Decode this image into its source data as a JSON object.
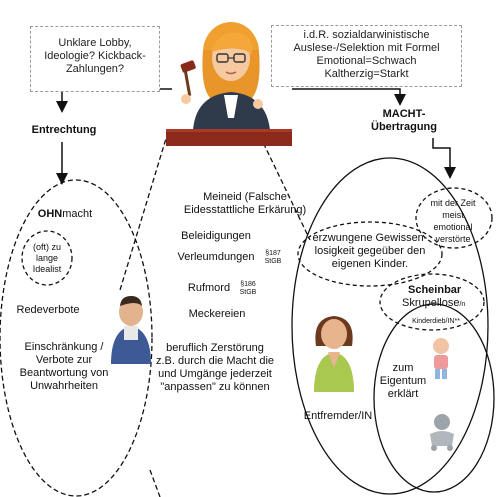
{
  "top_left_box": "Unklare Lobby, Ideologie? Kickback-Zahlungen?",
  "top_right_box": "i.d.R. sozialdarwinistische Auslese-/Selektion mit Formel Emotional=Schwach Kaltherzig=Starkt",
  "left_label": "Entrechtung",
  "right_label": "MACHT-Übertragung",
  "ohnmacht": {
    "bold": "OHN",
    "rest": "macht"
  },
  "idealist": "(oft) zu lange Idealist",
  "redeverbote": "Redeverbote",
  "einschraenkung": "Einschränkung / Verbote zur Beantwortung von Unwahrheiten",
  "middle": {
    "meineid": "Meineid (Falsche Eidesstattliche Erkärung)",
    "beleidigungen": "Beleidigungen",
    "verleumdungen": "Verleumdungen",
    "verleumdungen_ref": "§187 StGB",
    "rufmord": "Rufmord",
    "rufmord_ref": "§186 StGB",
    "meckereien": "Meckereien",
    "zerstoerung": "beruflich Zerstörung z.B. durch die Macht die und Umgänge jederzeit \"anpassen\" zu können"
  },
  "right": {
    "zeit": "mit der Zeit meist emotional verstörte",
    "gewissen": "erzwungene Gewissen-losigkeit gegeüber den eigenen Kinder.",
    "scheinbar": "Scheinbar",
    "skrupellose": "Skrupellose",
    "skrupellose_sup": "/n",
    "kinderdieb": "Kinderdieb/IN**",
    "eigentum": "zum Eigentum erklärt",
    "entfremder": "Entfremder/IN"
  },
  "colors": {
    "judge_robe": "#2f3a4a",
    "judge_hair": "#f0a030",
    "bench": "#8b2a1a",
    "woman_jacket": "#a8c850",
    "worker_overall": "#3d5a96"
  }
}
